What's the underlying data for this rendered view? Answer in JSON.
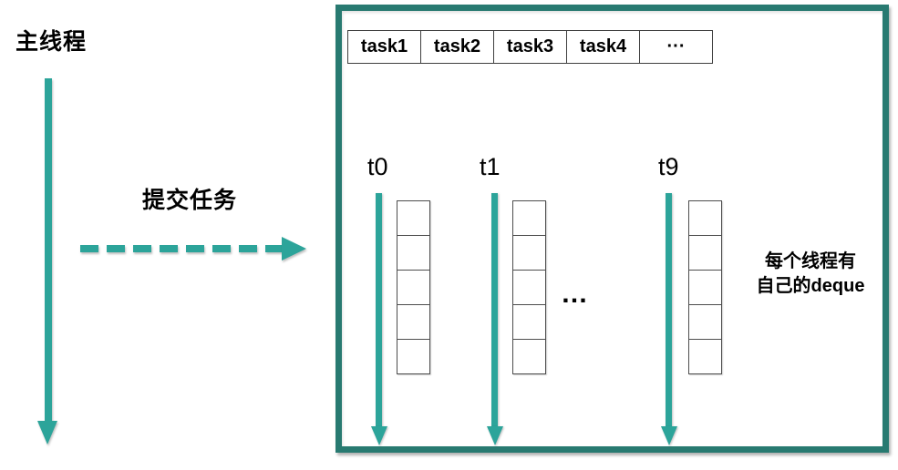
{
  "colors": {
    "arrow_teal": "#2CA49A",
    "box_border_teal": "#287A71",
    "cell_border": "#3f3f3f",
    "text": "#000000"
  },
  "labels": {
    "main_thread": "主线程",
    "submit_task": "提交任务",
    "threads_ellipsis": "…",
    "deque_note_line1": "每个线程有",
    "deque_note_line2": "自己的deque"
  },
  "task_queue": {
    "cells": [
      "task1",
      "task2",
      "task3",
      "task4",
      "···"
    ]
  },
  "threads": [
    {
      "name": "t0"
    },
    {
      "name": "t1"
    },
    {
      "name": "t9"
    }
  ],
  "deque_rows": 5
}
